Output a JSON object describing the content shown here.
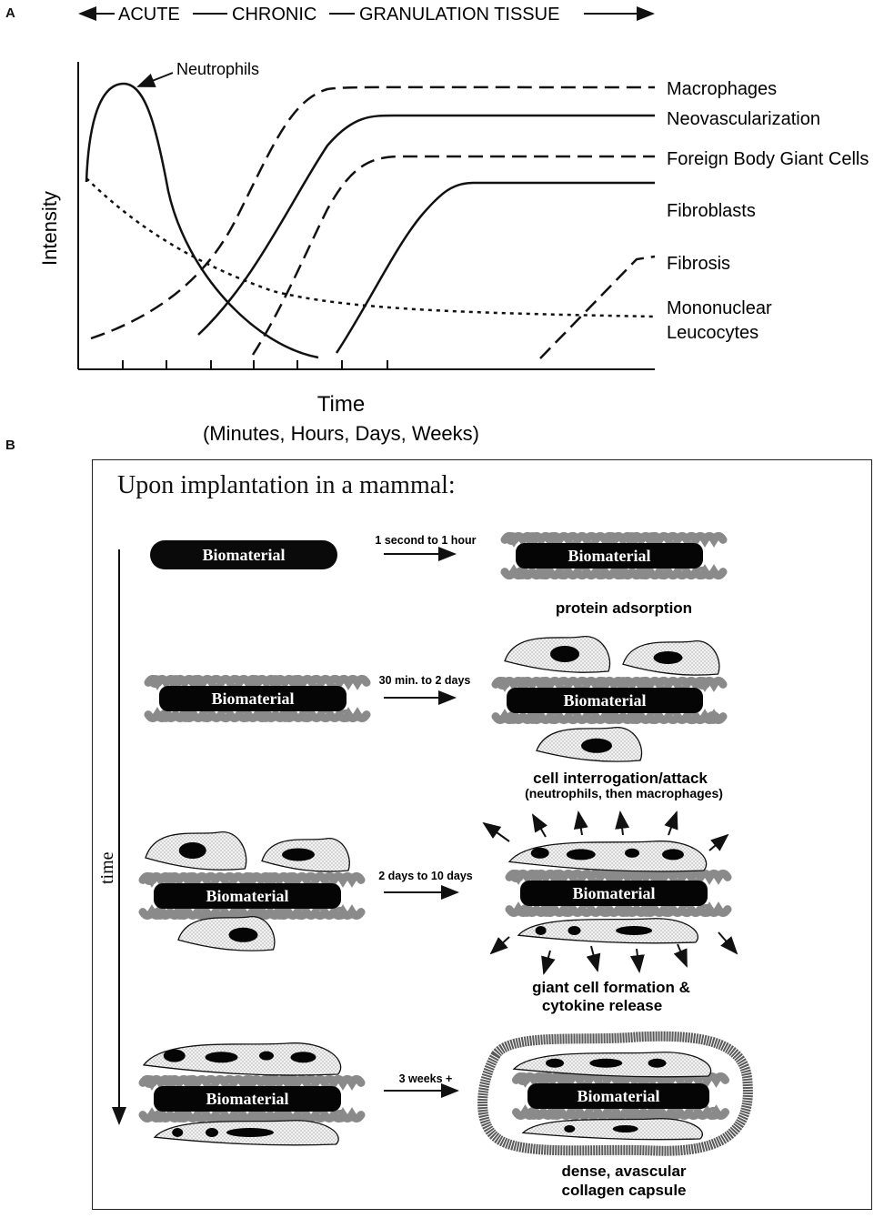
{
  "panel_a": {
    "letter": "A",
    "phases": [
      "ACUTE",
      "CHRONIC",
      "GRANULATION TISSUE"
    ],
    "y_label": "Intensity",
    "x_label": "Time",
    "x_sublabel": "(Minutes, Hours, Days, Weeks)",
    "curves": {
      "neutrophils": "Neutrophils",
      "macrophages": "Macrophages",
      "neovascularization": "Neovascularization",
      "fbgc": "Foreign Body Giant Cells",
      "fibroblasts": "Fibroblasts",
      "fibrosis": "Fibrosis",
      "mononuclear_1": "Mononuclear",
      "mononuclear_2": "Leucocytes"
    }
  },
  "panel_b": {
    "letter": "B",
    "title": "Upon implantation in a mammal:",
    "time_label": "time",
    "material": "Biomaterial",
    "steps": [
      {
        "interval": "1 second to 1 hour",
        "caption_1": "protein adsorption",
        "caption_2": ""
      },
      {
        "interval": "30 min. to 2 days",
        "caption_1": "cell interrogation/attack",
        "caption_2": "(neutrophils, then macrophages)"
      },
      {
        "interval": "2 days to 10 days",
        "caption_1": "giant cell formation &",
        "caption_2": "cytokine release"
      },
      {
        "interval": "3 weeks +",
        "caption_1": "dense, avascular",
        "caption_2": "collagen capsule"
      }
    ]
  }
}
